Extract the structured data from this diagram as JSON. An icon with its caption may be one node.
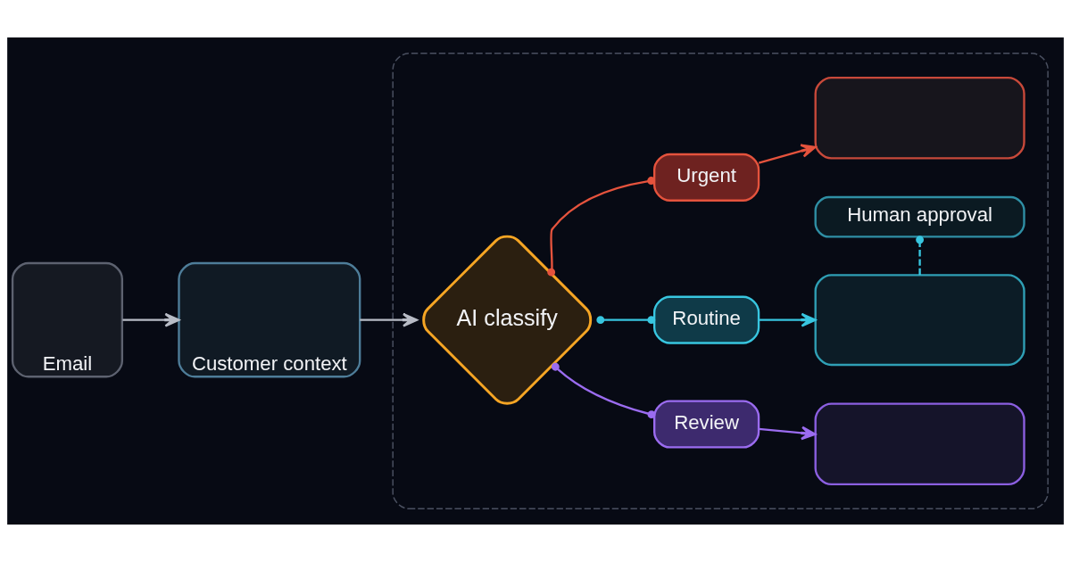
{
  "diagram": {
    "nodes": [
      {
        "text": [
          "Email"
        ]
      },
      {
        "text": [
          "Customer context"
        ]
      },
      {
        "text": [],
        "shape": "box"
      },
      {
        "text": [
          "AI classify"
        ],
        "in": 2
      },
      {
        "text": [
          "Urgent"
        ],
        "in": 2
      },
      {
        "text": [
          "Routine"
        ],
        "in": 2
      },
      {
        "text": [
          "Review"
        ],
        "in": 2
      },
      {
        "text": [],
        "shape": "box",
        "in": 2
      },
      {
        "text": [],
        "shape": "box",
        "in": 2
      },
      {
        "text": [
          "Human approval"
        ],
        "in": 2
      },
      {
        "text": [],
        "shape": "box",
        "in": 2
      }
    ],
    "edges": [
      {
        "from": 0,
        "to": 1,
        "arrow": "to",
        "color": "#b8bcc6"
      },
      {
        "from": 1,
        "to": 3,
        "arrow": "to",
        "color": "#b8bcc6"
      },
      {
        "from": 3,
        "to": 4,
        "arrow": "other",
        "color": "#e5533d"
      },
      {
        "from": 3,
        "to": 5,
        "arrow": "other",
        "color": "#38c6e0"
      },
      {
        "from": 3,
        "to": 6,
        "arrow": "other",
        "color": "#9b6cf0"
      },
      {
        "from": 4,
        "to": 7,
        "arrow": "to",
        "color": "#e5533d"
      },
      {
        "from": 5,
        "to": 8,
        "arrow": "to",
        "color": "#38c6e0"
      },
      {
        "from": 6,
        "to": 10,
        "arrow": "to",
        "color": "#9b6cf0"
      },
      {
        "from": 8,
        "to": 9,
        "arrow": "other",
        "style": "dashed",
        "color": "#38c6e0"
      }
    ]
  }
}
